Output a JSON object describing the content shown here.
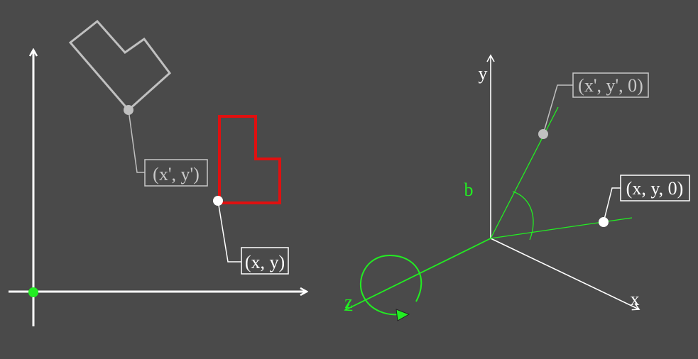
{
  "colors": {
    "background": "#4a4a4a",
    "axis": "#ffffff",
    "original_shape": "#e01010",
    "rotated_shape": "#c0c0c0",
    "rotation_axis": "#22ee22",
    "origin_point": "#22ee22",
    "label_white": "#ffffff",
    "label_gray": "#c8c8c8"
  },
  "left_diagram": {
    "point_label": "(x, y)",
    "rotated_point_label": "(x', y')"
  },
  "right_diagram": {
    "y_axis_label": "y",
    "x_axis_label": "x",
    "z_axis_label": "z",
    "angle_label": "b",
    "point_label": "(x, y, 0)",
    "rotated_point_label": "(x', y', 0)"
  }
}
